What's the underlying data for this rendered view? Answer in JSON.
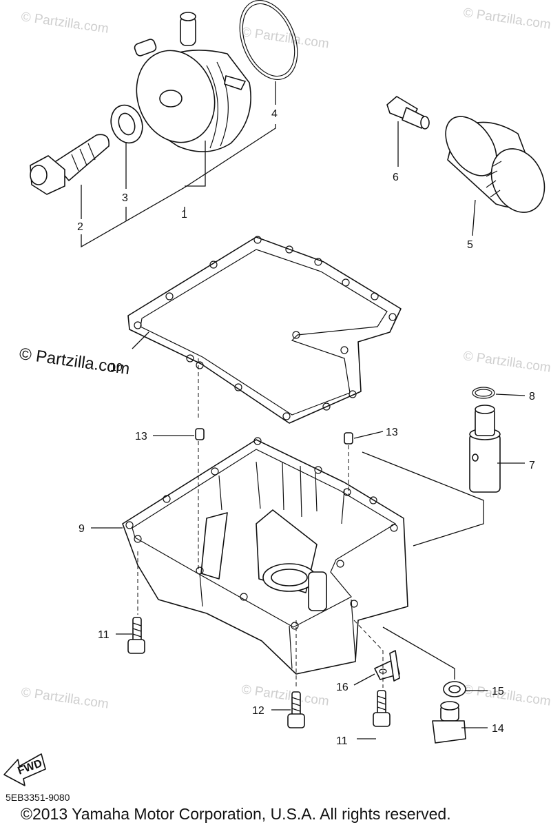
{
  "watermark": "© Partzilla.com",
  "brand_watermark": "© Partzilla.com",
  "diagram_code": "5EB3351-9080",
  "copyright": "©2013  Yamaha Motor Corporation, U.S.A. All rights reserved.",
  "fwd_label": "FWD",
  "callouts": {
    "c1": "1",
    "c2": "2",
    "c3": "3",
    "c4": "4",
    "c5": "5",
    "c6": "6",
    "c7": "7",
    "c8": "8",
    "c9": "9",
    "c10": "10",
    "c11a": "11",
    "c11b": "11",
    "c12": "12",
    "c13a": "13",
    "c13b": "13",
    "c14": "14",
    "c15": "15",
    "c16": "16"
  }
}
